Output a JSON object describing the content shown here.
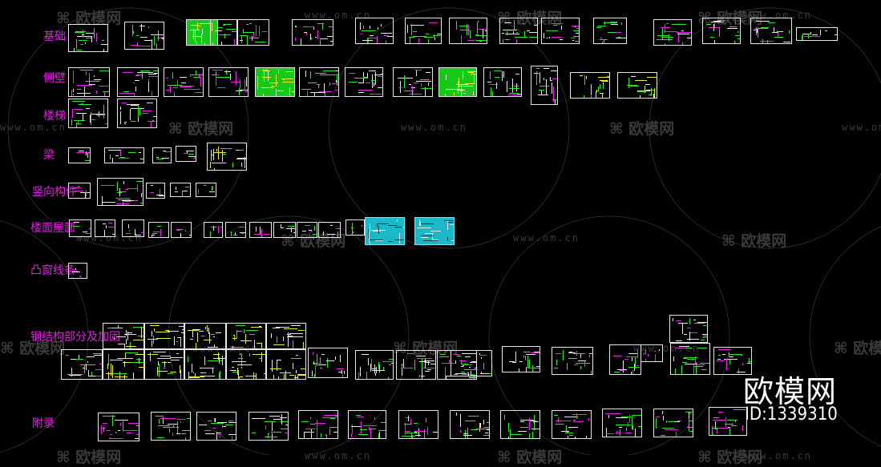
{
  "canvas": {
    "background": "#000000"
  },
  "watermark": {
    "brand": "欧模网",
    "url": "www.om.cn",
    "color": "#3a3a3a"
  },
  "logo": {
    "brand": "欧模网",
    "id_text": "ID:1339310"
  },
  "colors": {
    "label": "#e020e0",
    "frame": "#e8e8e8",
    "line_green": "#22ee22",
    "line_magenta": "#ee22ee",
    "line_yellow": "#eeee33",
    "line_cyan": "#22dddd",
    "fill_cyan": "#1ab8c8",
    "fill_green": "#18c818"
  },
  "rows": [
    {
      "label": "基础"
    },
    {
      "label": "侧壁"
    },
    {
      "label": "楼梯"
    },
    {
      "label": "梁"
    },
    {
      "label": "竖向构件"
    },
    {
      "label": "楼面屋面"
    },
    {
      "label": "凸窗线条"
    },
    {
      "label": "钢结构部分及加固"
    },
    {
      "label": "附录"
    }
  ]
}
